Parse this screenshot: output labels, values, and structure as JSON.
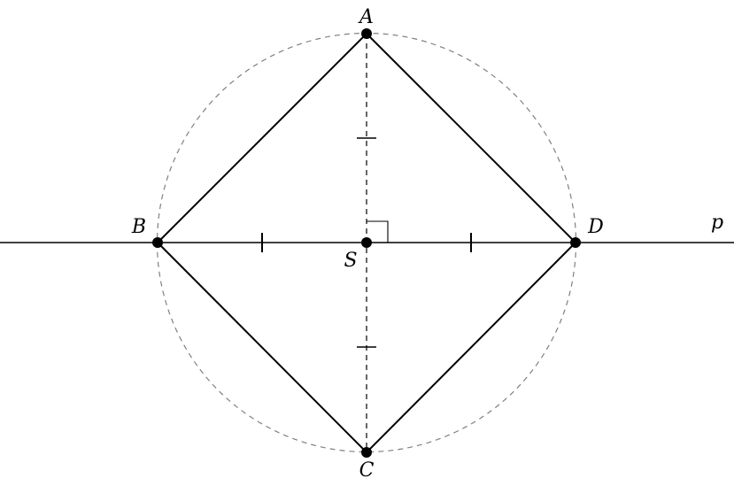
{
  "diagram": {
    "line_label": "p",
    "points": {
      "A": "A",
      "B": "B",
      "C": "C",
      "D": "D",
      "S": "S"
    },
    "colors": {
      "stroke": "#000000",
      "circle": "#808080",
      "background": "#ffffff"
    }
  }
}
